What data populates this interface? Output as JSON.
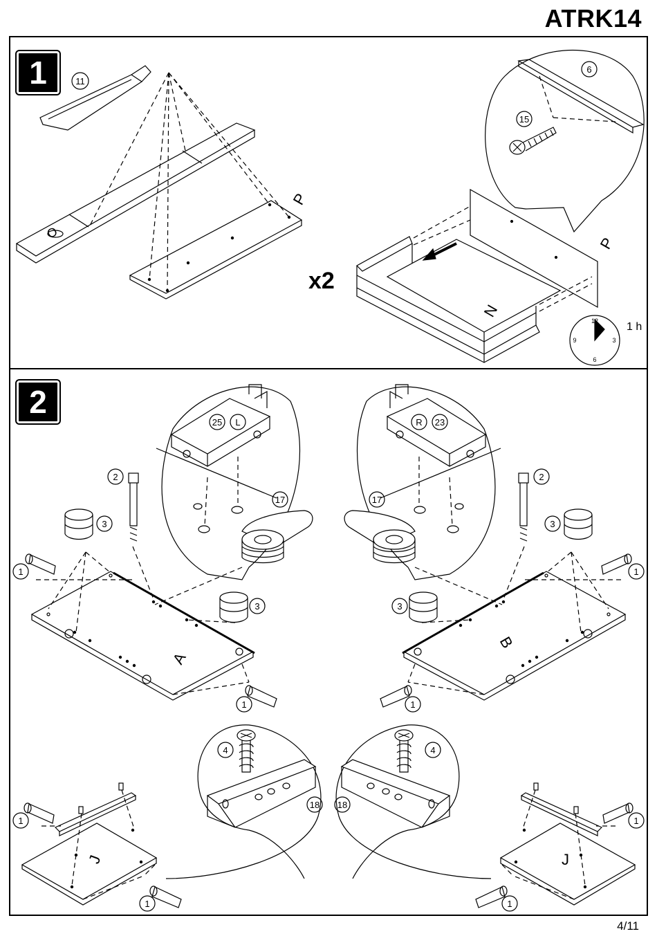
{
  "header": {
    "model_code": "ATRK14"
  },
  "step1": {
    "number": "1",
    "parts": {
      "glue": "11",
      "rail": "6",
      "screw": "15"
    },
    "panel_letters": {
      "o": "O",
      "p": "P",
      "n": "N"
    },
    "multiplier": "x2",
    "time": {
      "label": "1 h",
      "clock_12": "12",
      "clock_3": "3",
      "clock_6": "6",
      "clock_9": "9"
    }
  },
  "step2": {
    "number": "2",
    "parts": {
      "peg": "1",
      "bolt": "2",
      "cam": "3",
      "screw": "4",
      "clip": "17",
      "runner": "18",
      "runner_left_no": "25",
      "runner_left_side": "L",
      "runner_right_no": "23",
      "runner_right_side": "R"
    },
    "panel_letters": {
      "a": "A",
      "b": "B",
      "j": "J"
    }
  },
  "footer": {
    "page": "4/11"
  }
}
